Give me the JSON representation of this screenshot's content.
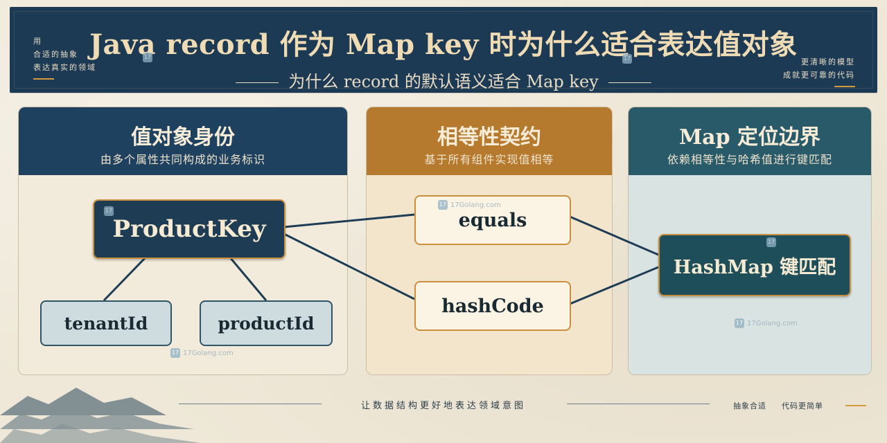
{
  "header": {
    "title": "Java record 作为 Map key 时为什么适合表达值对象",
    "subtitle": "为什么 record 的默认语义适合 Map key",
    "left_note": [
      "用",
      "合适的抽象",
      "表达真实的领域"
    ],
    "right_note": [
      "更清晰的模型",
      "成就更可靠的代码"
    ]
  },
  "columns": [
    {
      "title": "值对象身份",
      "subtitle": "由多个属性共同构成的业务标识"
    },
    {
      "title": "相等性契约",
      "subtitle": "基于所有组件实现值相等"
    },
    {
      "title": "Map 定位边界",
      "subtitle": "依赖相等性与哈希值进行键匹配"
    }
  ],
  "nodes": {
    "product_key": "ProductKey",
    "tenant_id": "tenantId",
    "product_id": "productId",
    "equals": "equals",
    "hash_code": "hashCode",
    "hashmap": "HashMap 键匹配"
  },
  "watermark": "17Golang.com",
  "footer": {
    "center": "让数据结构更好地表达领域意图",
    "right_a": "抽象合适",
    "right_b": "代码更简单"
  },
  "colors": {
    "navy": "#1d3a55",
    "amber": "#b57a2e",
    "teal": "#295a6a",
    "accent": "#d39a3e"
  }
}
